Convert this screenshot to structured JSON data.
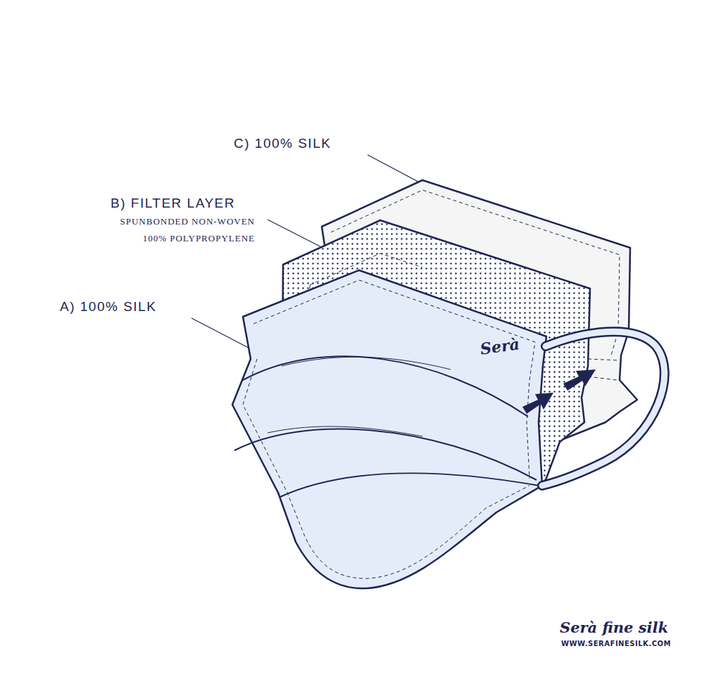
{
  "diagram": {
    "labels": [
      "C) 100% SILK",
      "B) FILTER LAYER",
      "SPUNBONDED NON-WOVEN",
      "100% POLYPROPYLENE",
      "A) 100% SILK",
      "Serà",
      "Serà fine silk",
      "WWW.SERAFINESILK.COM"
    ]
  }
}
